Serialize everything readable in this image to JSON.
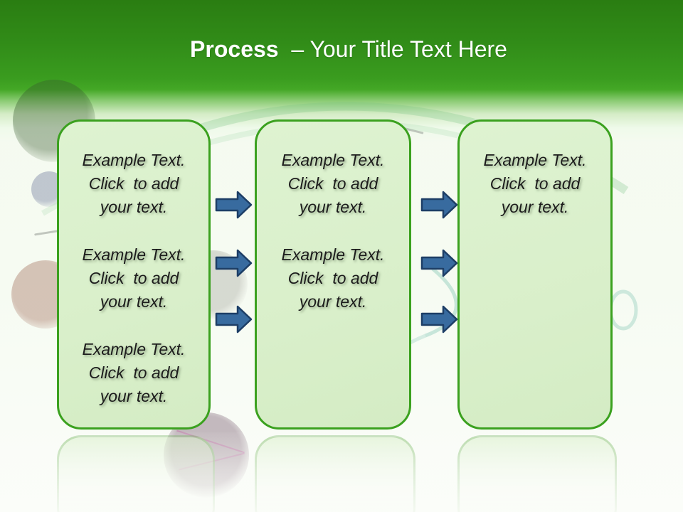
{
  "title": {
    "bold": "Process",
    "rest": "  – Your Title Text Here"
  },
  "boxes": [
    {
      "name": "step-1",
      "paragraphs": [
        "Example Text.\nClick  to add\nyour text.",
        "Example Text.\nClick  to add\nyour text.",
        "Example Text.\nClick  to add\nyour text."
      ]
    },
    {
      "name": "step-2",
      "paragraphs": [
        "Example Text.\nClick  to add\nyour text.",
        "Example Text.\nClick  to add\nyour text."
      ]
    },
    {
      "name": "step-3",
      "paragraphs": [
        "Example Text.\nClick  to add\nyour text."
      ]
    }
  ],
  "arrows": {
    "count": 6,
    "direction": "right",
    "fill": "#386b9f",
    "stroke": "#1d3e66"
  },
  "colors": {
    "band_green_dark": "#2a7d12",
    "band_green_bright": "#44a826",
    "box_fill": "#d9efca",
    "box_border": "#3ba11f",
    "arrow_fill": "#386b9f",
    "arrow_stroke": "#1d3e66",
    "title_text": "#ffffff",
    "body_text": "#1c1c1c"
  },
  "decor": {
    "motifs": [
      "sewing-buttons",
      "thread-curves",
      "needle"
    ]
  }
}
